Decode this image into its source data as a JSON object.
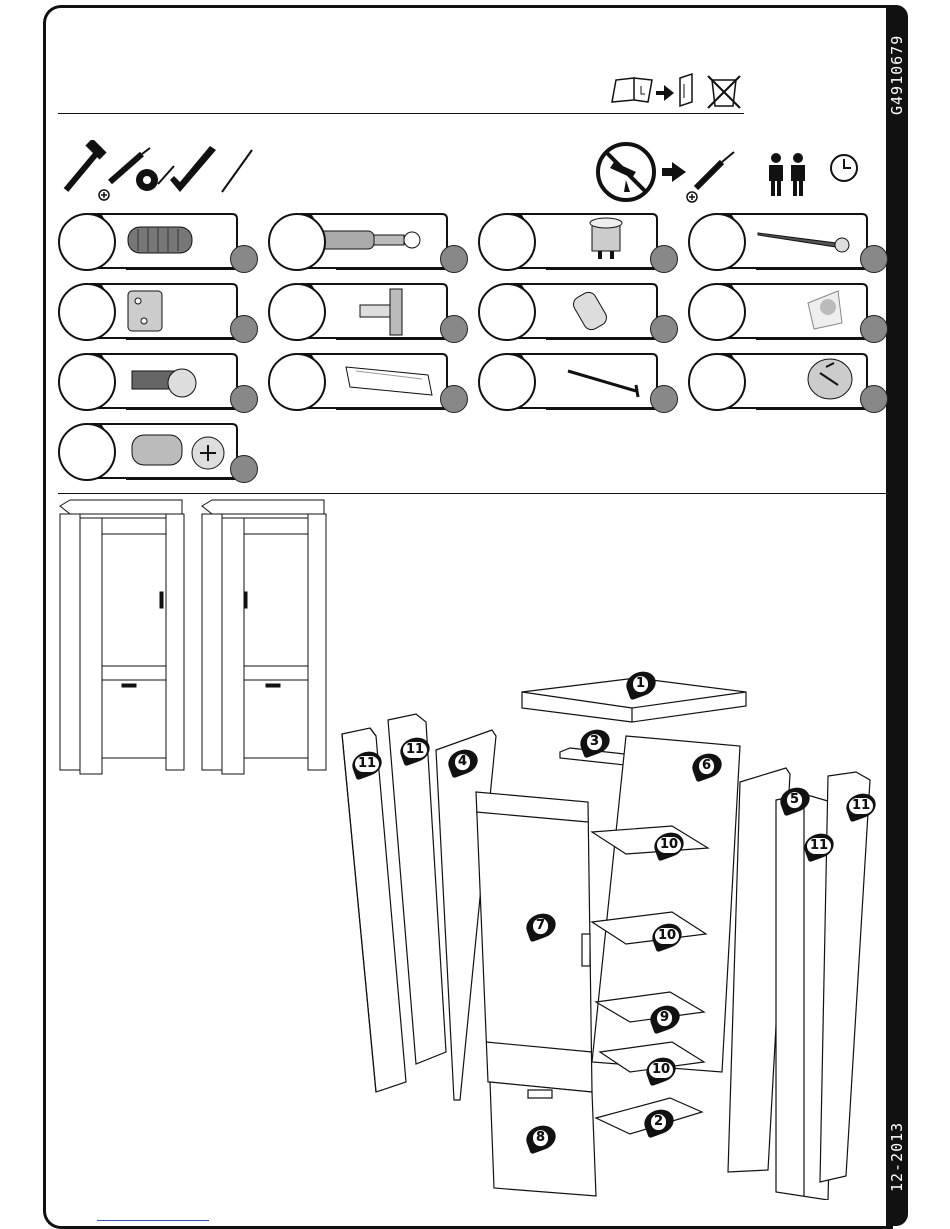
{
  "document": {
    "code": "G4910679",
    "date": "12-2013"
  },
  "hardware_items": [
    {
      "name": "wooden-dowel"
    },
    {
      "name": "connector-bolt"
    },
    {
      "name": "cam-housing"
    },
    {
      "name": "wood-screw"
    },
    {
      "name": "hinge-plate"
    },
    {
      "name": "cup-hinge"
    },
    {
      "name": "shelf-pin"
    },
    {
      "name": "plastic-corner"
    },
    {
      "name": "euro-screw"
    },
    {
      "name": "handle"
    },
    {
      "name": "nail"
    },
    {
      "name": "cam-lock"
    },
    {
      "name": "cam-dowel"
    }
  ],
  "parts": {
    "p1": "1",
    "p2": "2",
    "p3": "3",
    "p4": "4",
    "p5": "5",
    "p6": "6",
    "p7": "7",
    "p8": "8",
    "p9": "9",
    "p10a": "10",
    "p10b": "10",
    "p10c": "10",
    "p11a": "11",
    "p11b": "11",
    "p11c": "11",
    "p11d": "11"
  },
  "colors": {
    "ink": "#111111",
    "badge": "#888888"
  }
}
